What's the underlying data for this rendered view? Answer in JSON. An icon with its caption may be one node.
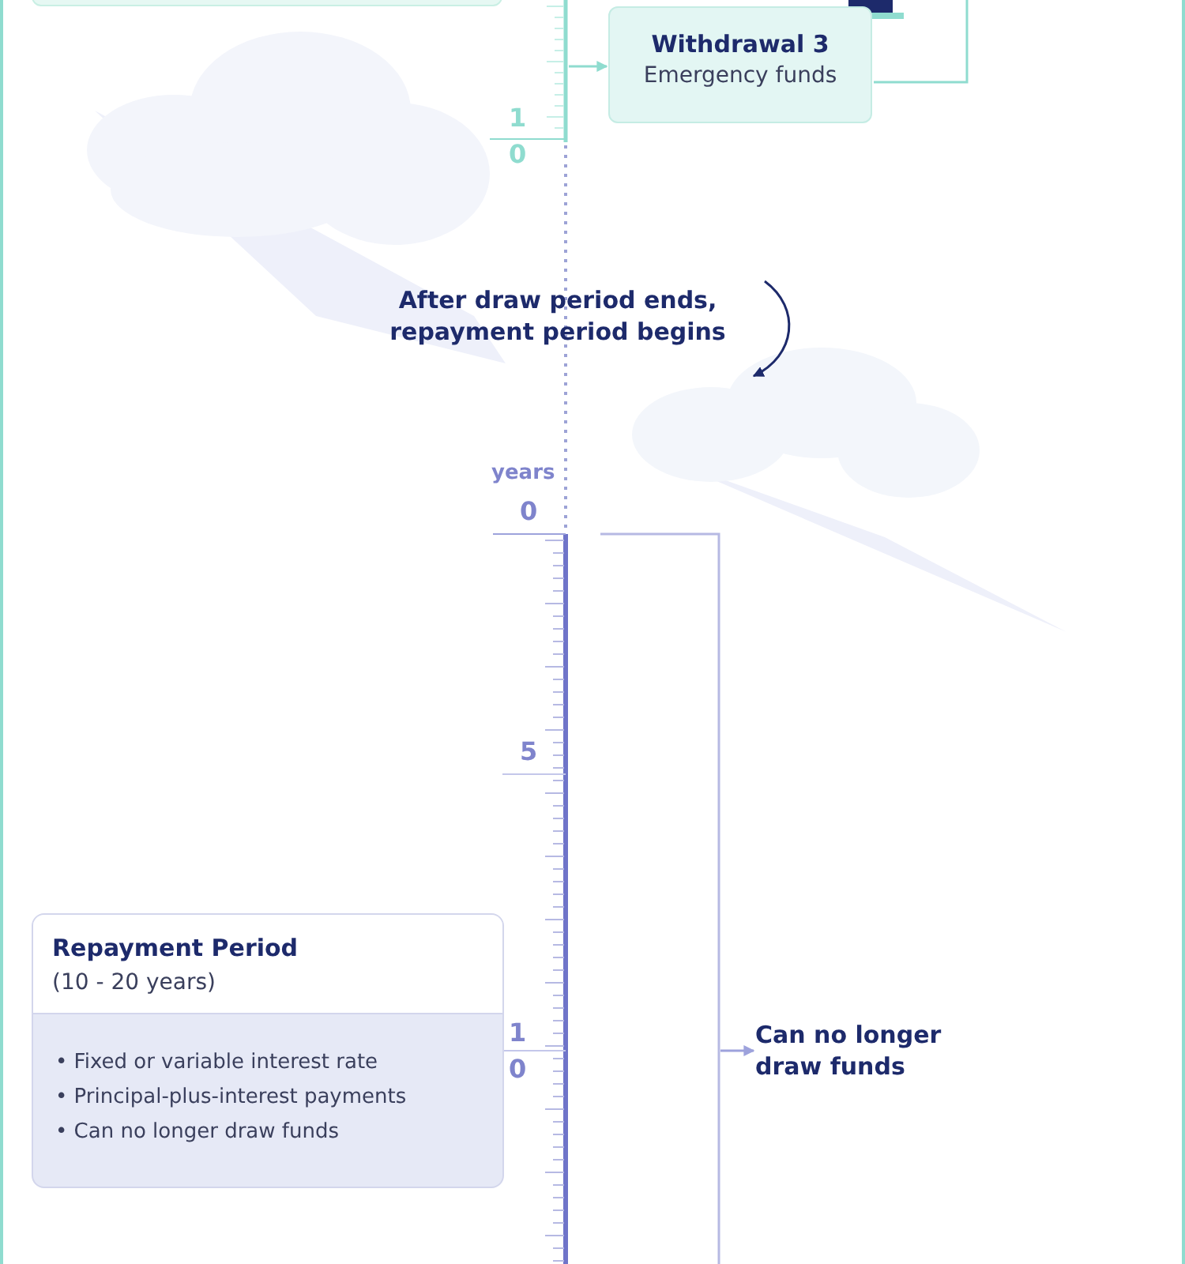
{
  "diagram": {
    "nodes": [
      {
        "text": [],
        "shape": "box"
      },
      {
        "text": [
          "Withdrawal 3",
          "Emergency funds"
        ]
      },
      {
        "text": [
          "After draw period ends, repayment period begins"
        ]
      },
      {
        "text": [
          "Repayment Period",
          "(10 - 20 years)",
          "• Fixed or variable interest rate",
          "• Principal-plus-interest payments",
          "• Can no longer draw funds"
        ]
      },
      {
        "text": [
          "Can no longer draw funds"
        ]
      }
    ],
    "edges": [
      {
        "from": null,
        "to": 1,
        "arrow": "to",
        "color": "#8fdccf"
      },
      {
        "from": 1,
        "to": null,
        "arrow": "none",
        "color": "#8fdccf"
      },
      {
        "from": null,
        "to": 4,
        "arrow": "to",
        "color": "#9da2dc"
      }
    ],
    "labels": [
      "1",
      "0",
      "years",
      "0",
      "5",
      "1",
      "0"
    ]
  }
}
